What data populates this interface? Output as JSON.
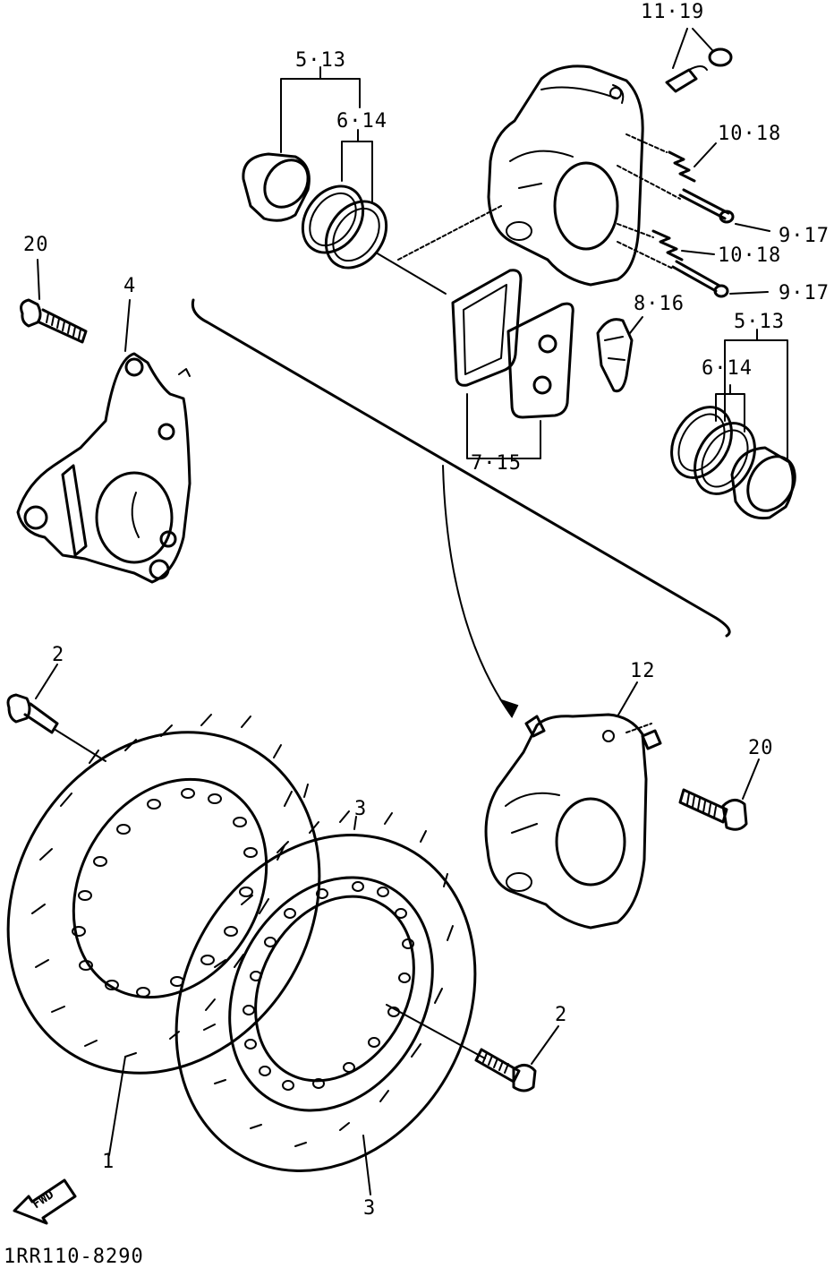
{
  "callouts": {
    "c_11_19": "11·19",
    "c_5_13_top": "5·13",
    "c_6_14_top": "6·14",
    "c_10_18_a": "10·18",
    "c_9_17_a": "9·17",
    "c_10_18_b": "10·18",
    "c_9_17_b": "9·17",
    "c_20_top": "20",
    "c_4": "4",
    "c_8_16": "8·16",
    "c_5_13_right": "5·13",
    "c_6_14_right": "6·14",
    "c_7_15": "7·15",
    "c_2_left": "2",
    "c_12": "12",
    "c_20_right": "20",
    "c_3_top": "3",
    "c_2_right": "2",
    "c_1": "1",
    "c_3_bottom": "3"
  },
  "fwd_label": "FWD",
  "diagram_code": "1RR110-8290"
}
